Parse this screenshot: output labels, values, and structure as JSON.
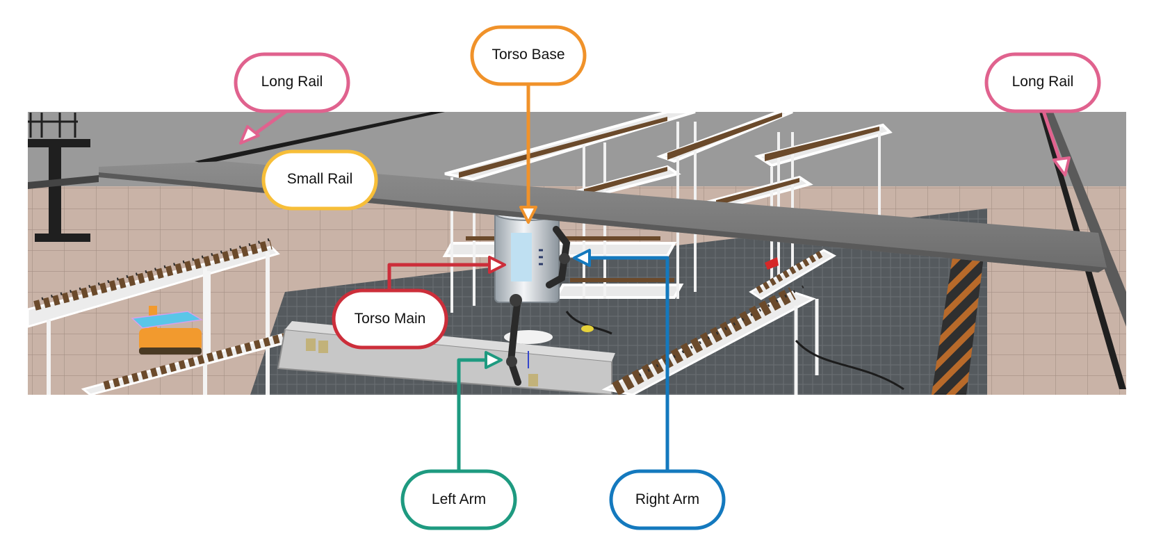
{
  "diagram": {
    "callouts": [
      {
        "id": "long-rail-left",
        "label": "Long Rail",
        "color": "#E0628E"
      },
      {
        "id": "torso-base",
        "label": "Torso Base",
        "color": "#F0922A"
      },
      {
        "id": "long-rail-right",
        "label": "Long Rail",
        "color": "#E0628E"
      },
      {
        "id": "small-rail",
        "label": "Small Rail",
        "color": "#F7BE38"
      },
      {
        "id": "torso-main",
        "label": "Torso Main",
        "color": "#CC2E3A"
      },
      {
        "id": "left-arm",
        "label": "Left Arm",
        "color": "#1E9A80"
      },
      {
        "id": "right-arm",
        "label": "Right Arm",
        "color": "#1479BE"
      }
    ]
  }
}
